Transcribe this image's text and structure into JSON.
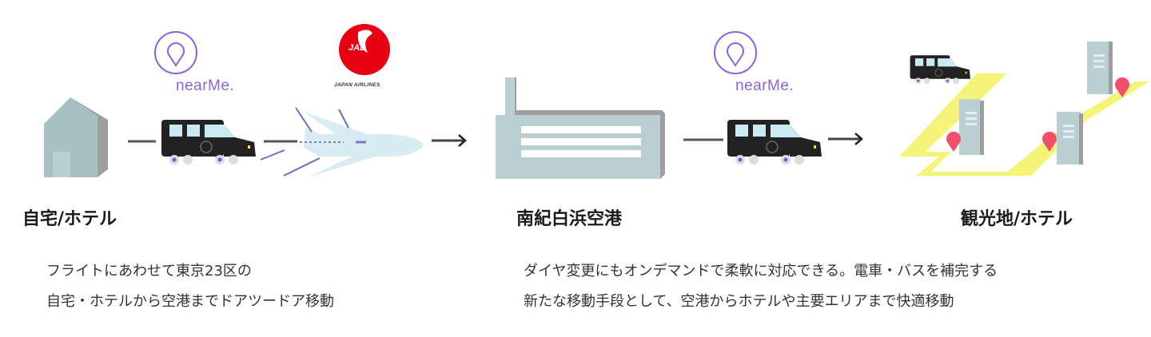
{
  "logos": {
    "nearme_1": "nearMe.",
    "jal_mark": "JAL",
    "jal_sub": "JAPAN AIRLINES",
    "nearme_2": "nearMe."
  },
  "stages": [
    {
      "label": "自宅/ホテル"
    },
    {
      "label": "南紀白浜空港"
    },
    {
      "label": "観光地/ホテル"
    }
  ],
  "descriptions": {
    "left": [
      "フライトにあわせて東京23区の",
      "自宅・ホテルから空港までドアツードア移動"
    ],
    "right": [
      "ダイヤ変更にもオンデマンドで柔軟に対応できる。電車・バスを補完する",
      "新たな移動手段として、空港からホテルや主要エリアまで快適移動"
    ]
  },
  "colors": {
    "brand_purple": "#8a63e0",
    "jal_red": "#e60012",
    "route_yellow": "#f3f36a",
    "pin": "#f0506e"
  }
}
